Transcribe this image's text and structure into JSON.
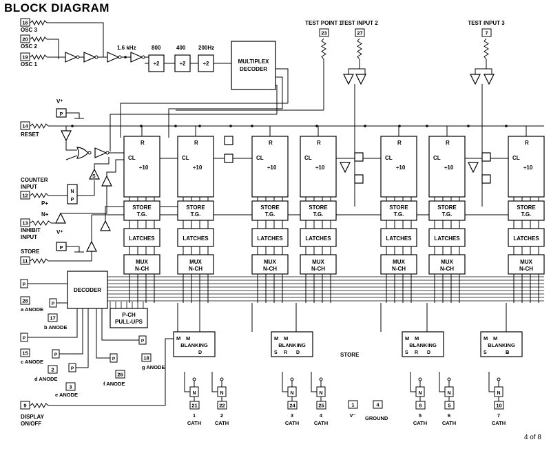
{
  "title": "BLOCK DIAGRAM",
  "page": "4 of 8",
  "pins": [
    {
      "num": "16",
      "label": "OSC 3"
    },
    {
      "num": "20",
      "label": "OSC 2"
    },
    {
      "num": "19",
      "label": "OSC 1"
    },
    {
      "num": "14",
      "label": "RESET"
    },
    {
      "num": "12",
      "label": "COUNTER INPUT"
    },
    {
      "num": "13",
      "label": "INHIBIT INPUT"
    },
    {
      "num": "11",
      "label": "STORE"
    },
    {
      "num": "28",
      "label": "a ANODE"
    },
    {
      "num": "17",
      "label": "b ANODE"
    },
    {
      "num": "15",
      "label": "c ANODE"
    },
    {
      "num": "2",
      "label": "d ANODE"
    },
    {
      "num": "3",
      "label": "e ANODE"
    },
    {
      "num": "26",
      "label": "f ANODE"
    },
    {
      "num": "18",
      "label": "g ANODE"
    },
    {
      "num": "9",
      "label": "DISPLAY ON/OFF"
    }
  ],
  "test_pins": [
    {
      "num": "23",
      "label": "TEST POINT 1"
    },
    {
      "num": "27",
      "label": "TEST INPUT 2"
    },
    {
      "num": "7",
      "label": "TEST INPUT 3"
    }
  ],
  "cathodes": [
    {
      "num": "21",
      "label": "1 CATH"
    },
    {
      "num": "22",
      "label": "2 CATH"
    },
    {
      "num": "24",
      "label": "3 CATH"
    },
    {
      "num": "25",
      "label": "4 CATH"
    },
    {
      "num": "6",
      "label": "5 CATH"
    },
    {
      "num": "5",
      "label": "6 CATH"
    },
    {
      "num": "10",
      "label": "7 CATH"
    }
  ],
  "power": [
    {
      "num": "1",
      "label": "V⁻"
    },
    {
      "num": "4",
      "label": "GROUND"
    }
  ],
  "freq_labels": [
    "1.6 kHz",
    "800",
    "400",
    "200Hz"
  ],
  "divider_label": "÷2",
  "mux_decoder_label": "MULTIPLEX DECODER",
  "counter": {
    "r": "R",
    "cl": "CL",
    "div": "÷10"
  },
  "store_tg": "STORE T.G.",
  "latches": "LATCHES",
  "mux_nch": "MUX N-CH",
  "decoder": "DECODER",
  "pullups": "P-CH PULL-UPS",
  "blanking": "BLANKING",
  "blank_pins": {
    "m": "M",
    "s": "S",
    "r": "R",
    "d": "D"
  },
  "store_bus": "STORE",
  "vplus": "V⁺",
  "pplus": "P+",
  "nplus": "N+",
  "p": "P",
  "n": "N",
  "np": "N P",
  "s_letter": "S"
}
